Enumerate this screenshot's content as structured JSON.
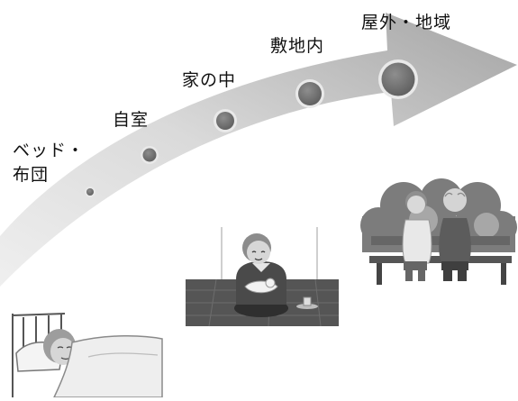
{
  "diagram": {
    "stages": [
      {
        "label_lines": [
          "ベッド・",
          "布団"
        ]
      },
      {
        "label_lines": [
          "自室"
        ]
      },
      {
        "label_lines": [
          "家の中"
        ]
      },
      {
        "label_lines": [
          "敷地内"
        ]
      },
      {
        "label_lines": [
          "屋外・地域"
        ]
      }
    ]
  },
  "colors": {
    "arrow_light": "#e6e6e6",
    "arrow_dark": "#a7a7a7",
    "dot_fill": "#777777",
    "dot_ring": "#e9e9e9"
  },
  "illustrations": [
    {
      "icon": "bedridden-person-illustration"
    },
    {
      "icon": "person-sitting-indoors-with-cat-illustration"
    },
    {
      "icon": "elderly-couple-on-park-bench-illustration"
    }
  ]
}
